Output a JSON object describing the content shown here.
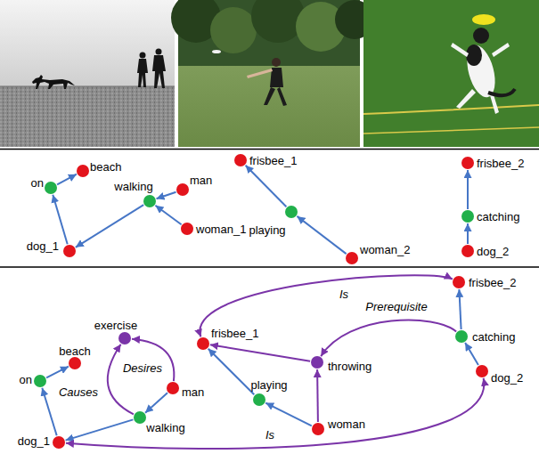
{
  "diagram": {
    "nodes": [
      {
        "text": [
          "beach"
        ]
      },
      {
        "text": [
          "on"
        ]
      },
      {
        "text": [
          "walking"
        ]
      },
      {
        "text": [
          "man"
        ]
      },
      {
        "text": [
          "woman_1"
        ]
      },
      {
        "text": [
          "dog_1"
        ]
      },
      {
        "text": [
          "frisbee_1"
        ]
      },
      {
        "text": [
          "playing"
        ]
      },
      {
        "text": [
          "woman_2"
        ]
      },
      {
        "text": [
          "frisbee_2"
        ]
      },
      {
        "text": [
          "catching"
        ]
      },
      {
        "text": [
          "dog_2"
        ]
      },
      {
        "text": [
          "exercise"
        ]
      },
      {
        "text": [
          "beach"
        ]
      },
      {
        "text": [
          "on"
        ]
      },
      {
        "text": [
          "walking"
        ]
      },
      {
        "text": [
          "man"
        ]
      },
      {
        "text": [
          "dog_1"
        ]
      },
      {
        "text": [
          "frisbee_1"
        ]
      },
      {
        "text": [
          "playing"
        ]
      },
      {
        "text": [
          "throwing"
        ]
      },
      {
        "text": [
          "woman"
        ]
      },
      {
        "text": [
          "frisbee_2"
        ]
      },
      {
        "text": [
          "catching"
        ]
      },
      {
        "text": [
          "dog_2"
        ]
      }
    ],
    "edges": [
      {
        "from": 5,
        "to": 1,
        "arrow": "to"
      },
      {
        "from": 1,
        "to": 0,
        "arrow": "to"
      },
      {
        "from": 3,
        "to": 2,
        "arrow": "to"
      },
      {
        "from": 4,
        "to": 2,
        "arrow": "to"
      },
      {
        "from": 2,
        "to": 5,
        "arrow": "to"
      },
      {
        "from": 8,
        "to": 7,
        "arrow": "to"
      },
      {
        "from": 7,
        "to": 6,
        "arrow": "to"
      },
      {
        "from": 11,
        "to": 10,
        "arrow": "to"
      },
      {
        "from": 10,
        "to": 9,
        "arrow": "to"
      },
      {
        "from": 17,
        "to": 14,
        "arrow": "to"
      },
      {
        "from": 14,
        "to": 13,
        "arrow": "to"
      },
      {
        "from": 16,
        "to": 15,
        "arrow": "to"
      },
      {
        "from": 15,
        "to": 17,
        "arrow": "to"
      },
      {
        "from": 21,
        "to": 19,
        "arrow": "to"
      },
      {
        "from": 19,
        "to": 18,
        "arrow": "to"
      },
      {
        "from": 24,
        "to": 23,
        "arrow": "to"
      },
      {
        "from": 23,
        "to": 22,
        "arrow": "to"
      },
      {
        "from": 15,
        "to": 12,
        "label": "Causes",
        "arrow": "to"
      },
      {
        "from": 16,
        "to": 12,
        "label": "Desires",
        "arrow": "to"
      },
      {
        "from": 21,
        "to": 20,
        "arrow": "to"
      },
      {
        "from": 20,
        "to": 18,
        "arrow": "to"
      },
      {
        "from": 23,
        "to": 20,
        "label": "Prerequisite",
        "arrow": "to"
      },
      {
        "from": 18,
        "to": 22,
        "label": "Is",
        "arrow": "both"
      },
      {
        "from": 17,
        "to": 24,
        "label": "Is",
        "arrow": "both"
      }
    ]
  }
}
